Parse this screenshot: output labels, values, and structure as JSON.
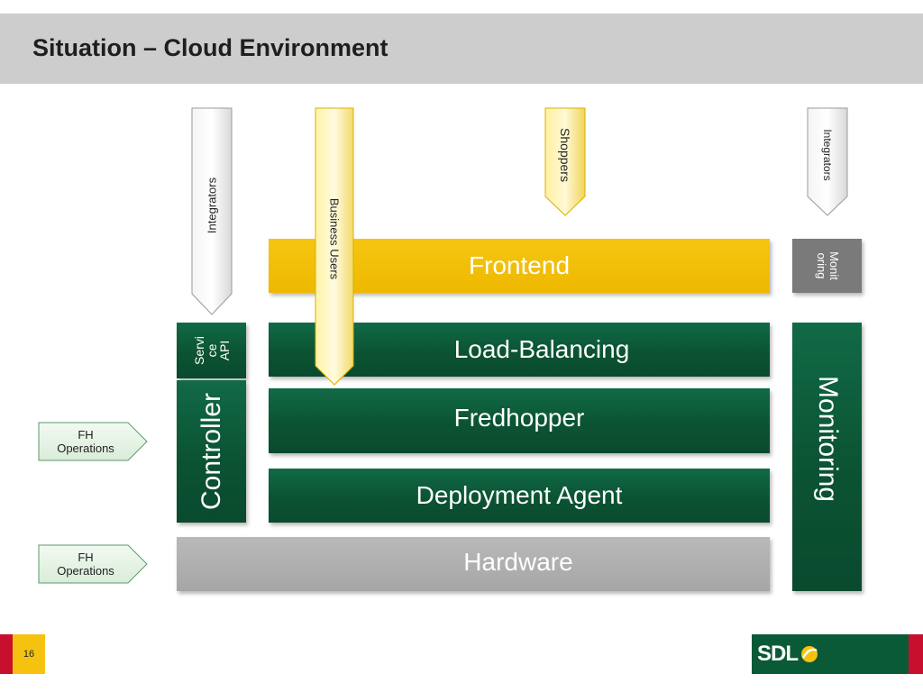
{
  "title": "Situation – Cloud Environment",
  "actors": {
    "integrators_left": "Integrators",
    "business_users": "Business Users",
    "shoppers": "Shoppers",
    "integrators_right": "Integrators"
  },
  "layers": {
    "frontend": "Frontend",
    "load_balancing": "Load-Balancing",
    "fredhopper": "Fredhopper",
    "deployment_agent": "Deployment Agent",
    "hardware": "Hardware"
  },
  "side": {
    "service_api_line1": "Servi",
    "service_api_line2": "ce",
    "service_api_line3": "API",
    "controller": "Controller",
    "monitoring_small_line1": "Monit",
    "monitoring_small_line2": "oring",
    "monitoring": "Monitoring"
  },
  "operations": [
    {
      "line1": "FH",
      "line2": "Operations"
    },
    {
      "line1": "FH",
      "line2": "Operations"
    }
  ],
  "footer": {
    "page_number": "16",
    "logo_text": "SDL"
  },
  "colors": {
    "green": "#0b5a37",
    "yellow": "#f5c30f",
    "gray": "#b0b0b0",
    "red": "#c8102e",
    "title_bar": "#cdcdcd"
  }
}
